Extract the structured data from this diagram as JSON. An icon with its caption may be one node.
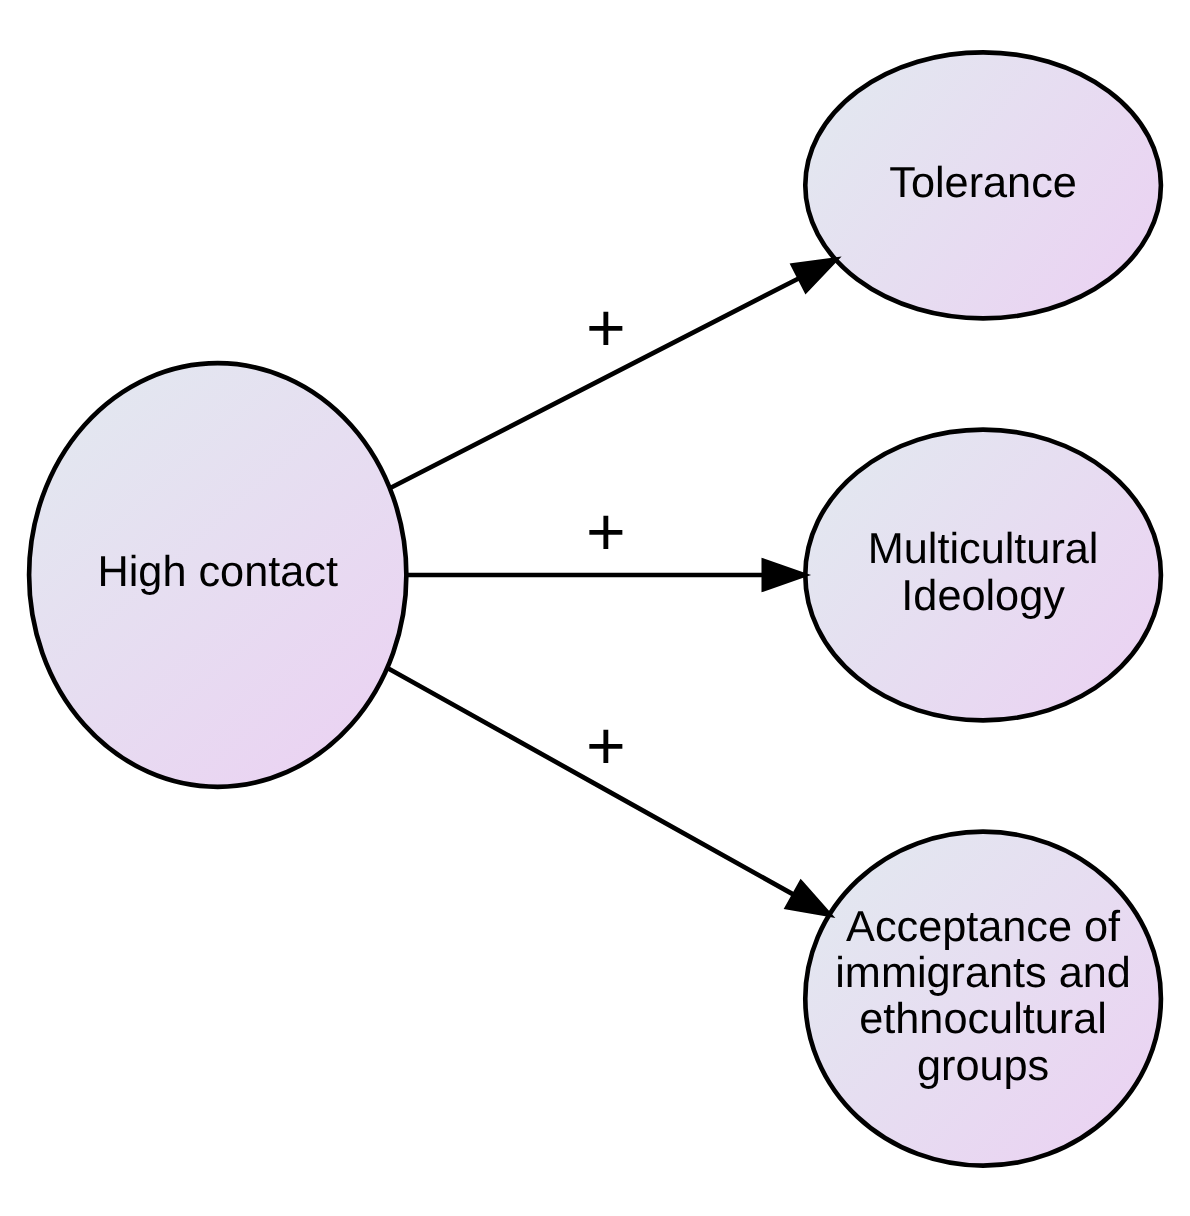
{
  "diagram": {
    "nodes": [
      {
        "text": [
          "High contact"
        ]
      },
      {
        "text": [
          "Tolerance"
        ]
      },
      {
        "text": [
          "Multicultural Ideology"
        ]
      },
      {
        "text": [
          "Acceptance of immigrants and ethnocultural groups"
        ]
      }
    ],
    "edges": [
      {
        "from": 0,
        "to": 1,
        "arrow": "to",
        "label": "+"
      },
      {
        "from": 0,
        "to": 2,
        "arrow": "to",
        "label": "+"
      },
      {
        "from": 0,
        "to": 3,
        "arrow": "to",
        "label": "+"
      }
    ]
  }
}
